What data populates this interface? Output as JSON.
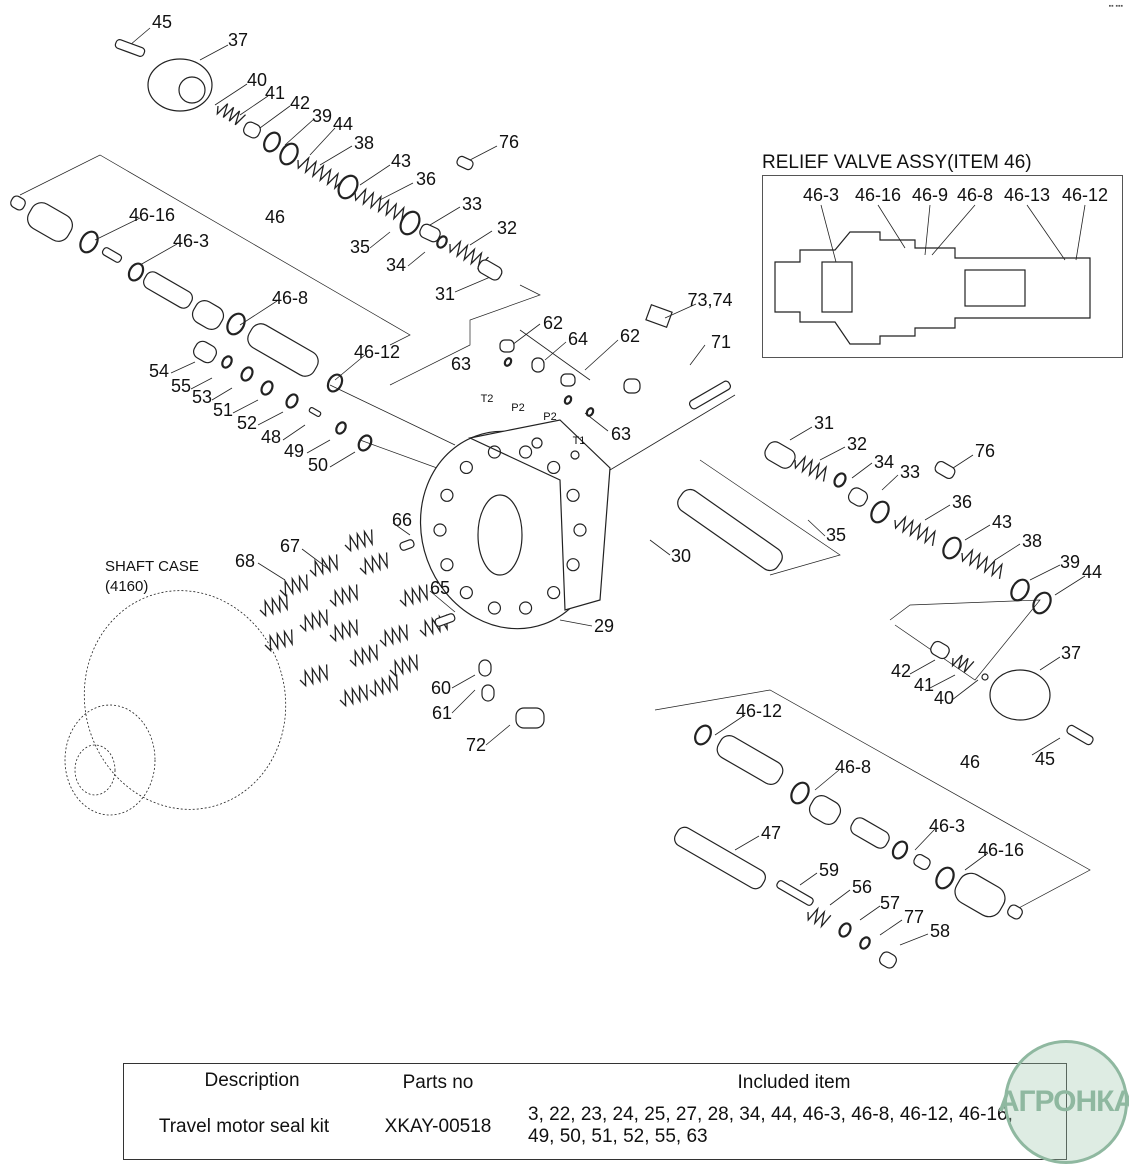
{
  "diagram": {
    "part_labels": [
      "45",
      "37",
      "40",
      "41",
      "42",
      "39",
      "44",
      "38",
      "76",
      "43",
      "36",
      "33",
      "46-16",
      "46",
      "46-3",
      "32",
      "35",
      "34",
      "31",
      "46-8",
      "73,74",
      "62",
      "64",
      "62",
      "71",
      "46-12",
      "63",
      "54",
      "55",
      "53",
      "51",
      "52",
      "48",
      "49",
      "50",
      "63",
      "31",
      "32",
      "34",
      "33",
      "76",
      "36",
      "43",
      "38",
      "39",
      "44",
      "35",
      "30",
      "66",
      "67",
      "68",
      "65",
      "29",
      "37",
      "42",
      "41",
      "40",
      "60",
      "61",
      "72",
      "46-12",
      "45",
      "46",
      "46-8",
      "47",
      "46-3",
      "46-16",
      "59",
      "56",
      "57",
      "77",
      "58"
    ],
    "port_labels": [
      "T2",
      "P2",
      "P2",
      "T1"
    ],
    "shaft_case": {
      "name": "SHAFT CASE",
      "code": "(4160)"
    },
    "corner_mark": "▪▪ ▪▪▪"
  },
  "inset": {
    "title": "RELIEF VALVE ASSY(ITEM 46)",
    "labels": [
      "46-3",
      "46-16",
      "46-9",
      "46-8",
      "46-13",
      "46-12"
    ]
  },
  "kit_table": {
    "headers": {
      "description": "Description",
      "parts_no": "Parts no",
      "included": "Included item"
    },
    "rows": [
      {
        "description": "Travel motor seal kit",
        "parts_no": "XKAY-00518",
        "included_line1": "3, 22, 23, 24, 25, 27, 28, 34, 44, 46-3, 46-8, 46-12, 46-16,",
        "included_line2": "49, 50, 51, 52, 55, 63"
      }
    ]
  },
  "logo": {
    "text": "АГРОНКА",
    "color": "#8fb8a0"
  }
}
